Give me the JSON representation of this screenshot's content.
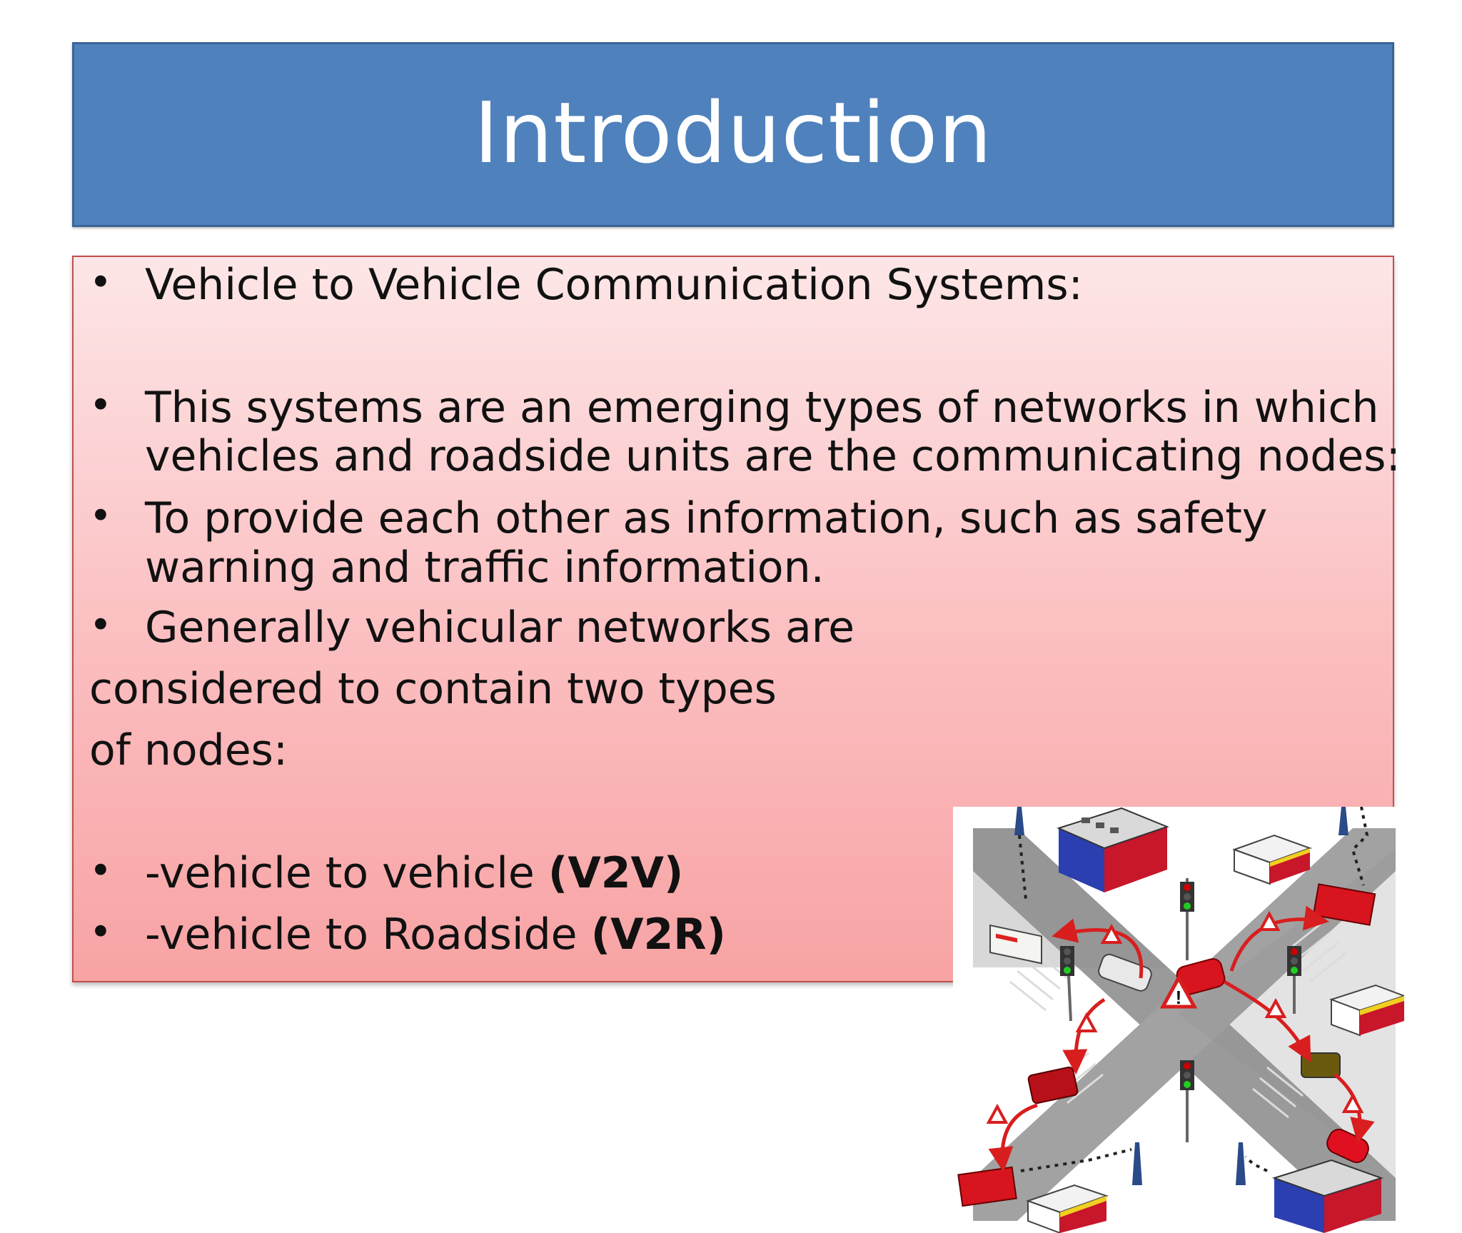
{
  "slide": {
    "title": "Introduction",
    "bullets": {
      "b1": "Vehicle to Vehicle Communication Systems:",
      "b2_line1": "This systems are an emerging types of networks in which",
      "b2_line2": "vehicles and roadside units are the communicating nodes:",
      "b3_line1": "To provide each other as information, such as safety",
      "b3_line2": "warning and traffic information.",
      "b4_line1": "Generally vehicular networks are",
      "b4_line2": "considered to contain two types",
      "b4_line3": "of nodes:",
      "b5_prefix": "-vehicle to vehicle",
      "b5_bold": "(V2V)",
      "b6_prefix": "-vehicle to Roadside",
      "b6_bold": "(V2R)"
    },
    "bullet_char": "•",
    "colors": {
      "title_bg": "#4f81bd",
      "content_border": "#c0504d",
      "warning_red": "#e02020"
    },
    "diagram_icons": [
      "intersection-road",
      "car-icon",
      "ambulance-icon",
      "fire-truck-icon",
      "jeep-icon",
      "building-icon",
      "traffic-light-icon",
      "antenna-tower-icon",
      "warning-sign-icon"
    ]
  }
}
